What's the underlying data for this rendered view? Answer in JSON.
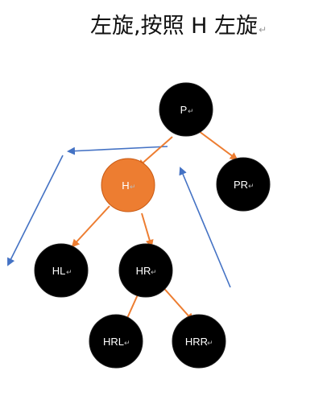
{
  "title": "左旋,按照 H 左旋",
  "paragraph_mark": "↵",
  "nodes": [
    {
      "id": "P",
      "label": "P",
      "color": "#000000"
    },
    {
      "id": "H",
      "label": "H",
      "color": "#ed7d31"
    },
    {
      "id": "PR",
      "label": "PR",
      "color": "#000000"
    },
    {
      "id": "HL",
      "label": "HL",
      "color": "#000000"
    },
    {
      "id": "HR",
      "label": "HR",
      "color": "#000000"
    },
    {
      "id": "HRL",
      "label": "HRL",
      "color": "#000000"
    },
    {
      "id": "HRR",
      "label": "HRR",
      "color": "#000000"
    }
  ],
  "tree_edges": [
    {
      "from": "P",
      "to": "H"
    },
    {
      "from": "P",
      "to": "PR"
    },
    {
      "from": "H",
      "to": "HL"
    },
    {
      "from": "H",
      "to": "HR"
    },
    {
      "from": "HR",
      "to": "HRL"
    },
    {
      "from": "HR",
      "to": "HRR"
    }
  ],
  "colors": {
    "edge": "#ed7d31",
    "rotation_arrow": "#4472c4",
    "node_text": "#ffffff"
  }
}
